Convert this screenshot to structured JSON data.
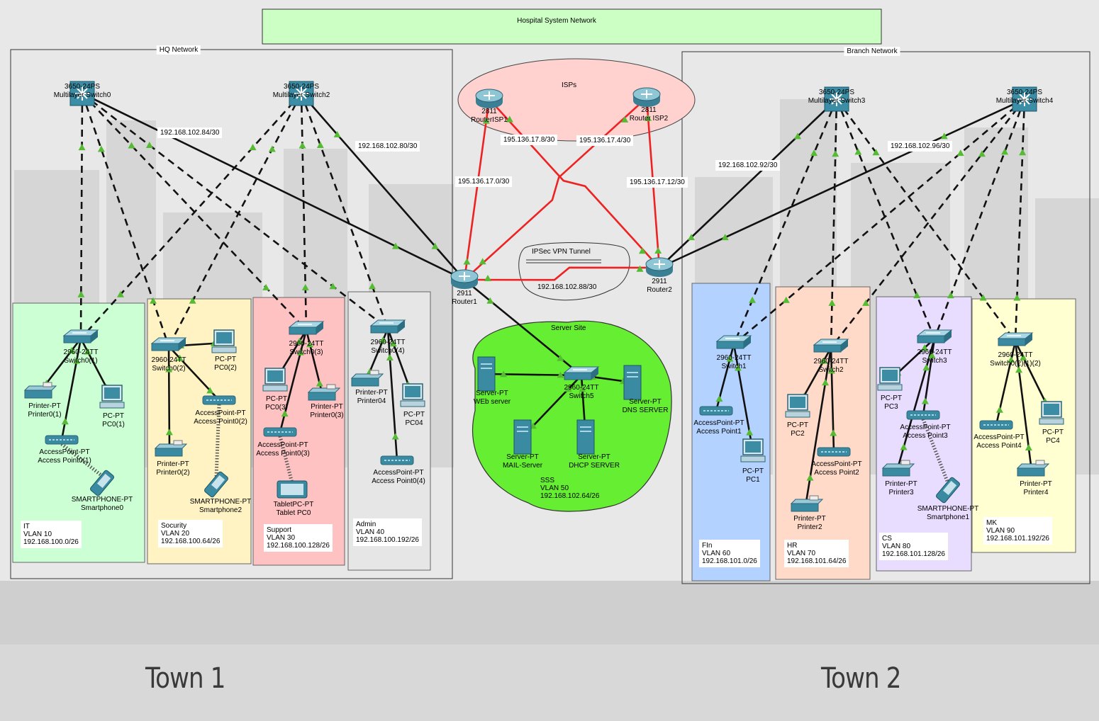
{
  "title": "Hospital System Network",
  "areas": {
    "hq": "HQ Network",
    "branch": "Branch Network",
    "isps": "ISPs",
    "server_site": "Server Site",
    "vpn": "IPSec VPN Tunnel"
  },
  "towns": {
    "town1": "Town 1",
    "town2": "Town 2"
  },
  "devices": {
    "mls0": {
      "model": "3650-24PS",
      "name": "Multilayer Switch0"
    },
    "mls2": {
      "model": "3650-24PS",
      "name": "Multilayer Switch2"
    },
    "mls3": {
      "model": "3650-24PS",
      "name": "Multilayer Switch3"
    },
    "mls4": {
      "model": "3650-24PS",
      "name": "Multilayer Switch4"
    },
    "isp1": {
      "model": "2811",
      "name": "RouterISP1"
    },
    "isp2": {
      "model": "2811",
      "name": "Router ISP2"
    },
    "r1": {
      "model": "2911",
      "name": "Router1"
    },
    "r2": {
      "model": "2911",
      "name": "Router2"
    },
    "sw01": {
      "model": "2960-24TT",
      "name": "Switch0(1)"
    },
    "sw02": {
      "model": "2960-24TT",
      "name": "Switch0(2)"
    },
    "sw03": {
      "model": "2960-24TT",
      "name": "Switch0(3)"
    },
    "sw04": {
      "model": "2960-24TT",
      "name": "Switch0(4)"
    },
    "sw5": {
      "model": "2960-24TT",
      "name": "Switch5"
    },
    "sw1": {
      "model": "2960-24TT",
      "name": "Switch1"
    },
    "sw2": {
      "model": "2960-24TT",
      "name": "Switch2"
    },
    "sw3": {
      "model": "2960-24TT",
      "name": "Switch3"
    },
    "sw0212": {
      "model": "2960-24TT",
      "name": "Switch0(2)(1)(2)"
    },
    "prn01": {
      "model": "Printer-PT",
      "name": "Printer0(1)"
    },
    "pc01": {
      "model": "PC-PT",
      "name": "PC0(1)"
    },
    "ap01": {
      "model": "AccessPoint-PT",
      "name": "Access Point0(1)"
    },
    "sp0": {
      "model": "SMARTPHONE-PT",
      "name": "Smartphone0"
    },
    "pc02": {
      "model": "PC-PT",
      "name": "PC0(2)"
    },
    "ap02": {
      "model": "AccessPoint-PT",
      "name": "Access Point0(2)"
    },
    "prn02": {
      "model": "Printer-PT",
      "name": "Printer0(2)"
    },
    "sp2": {
      "model": "SMARTPHONE-PT",
      "name": "Smartphone2"
    },
    "pc03": {
      "model": "PC-PT",
      "name": "PC0(3)"
    },
    "prn03": {
      "model": "Printer-PT",
      "name": "Printer0(3)"
    },
    "ap03": {
      "model": "AccessPoint-PT",
      "name": "Access Point0(3)"
    },
    "tab0": {
      "model": "TabletPC-PT",
      "name": "Tablet PC0"
    },
    "prn04": {
      "model": "Printer-PT",
      "name": "Printer04"
    },
    "pc04": {
      "model": "PC-PT",
      "name": "PC04"
    },
    "ap04": {
      "model": "AccessPoint-PT",
      "name": "Access Point0(4)"
    },
    "web": {
      "model": "Server-PT",
      "name": "WEb server"
    },
    "dns": {
      "model": "Server-PT",
      "name": "DNS SERVER"
    },
    "mail": {
      "model": "Server-PT",
      "name": "MAIL-Server"
    },
    "dhcp": {
      "model": "Server-PT",
      "name": "DHCP SERVER"
    },
    "ap1": {
      "model": "AccessPoint-PT",
      "name": "Access Point1"
    },
    "pc1": {
      "model": "PC-PT",
      "name": "PC1"
    },
    "pc2": {
      "model": "PC-PT",
      "name": "PC2"
    },
    "ap2": {
      "model": "AccessPoint-PT",
      "name": "Access Point2"
    },
    "prn2": {
      "model": "Printer-PT",
      "name": "Printer2"
    },
    "pc3": {
      "model": "PC-PT",
      "name": "PC3"
    },
    "ap3": {
      "model": "AccessPoint-PT",
      "name": "Access Point3"
    },
    "prn3": {
      "model": "Printer-PT",
      "name": "Printer3"
    },
    "sp1": {
      "model": "SMARTPHONE-PT",
      "name": "Smartphone1"
    },
    "ap4": {
      "model": "AccessPoint-PT",
      "name": "Access Point4"
    },
    "pc4": {
      "model": "PC-PT",
      "name": "PC4"
    },
    "prn4": {
      "model": "Printer-PT",
      "name": "Printer4"
    }
  },
  "link_labels": {
    "hq_a": "192.168.102.84/30",
    "hq_b": "192.168.102.80/30",
    "isp_ab": "195.136.17.8/30",
    "isp_ba": "195.136.17.4/30",
    "isp1_r1": "195.136.17.0/30",
    "isp2_r2": "195.136.17.12/30",
    "vpn": "192.168.102.88/30",
    "br_a": "192.168.102.92/30",
    "br_b": "192.168.102.96/30"
  },
  "vlans": {
    "it": {
      "dept": "IT",
      "vlan": "VLAN 10",
      "subnet": "192.168.100.0/26"
    },
    "sec": {
      "dept": "Socurity",
      "vlan": "VLAN 20",
      "subnet": "192.168.100.64/26"
    },
    "sup": {
      "dept": "Support",
      "vlan": "VLAN 30",
      "subnet": "192.168.100.128/26"
    },
    "adm": {
      "dept": "Admin",
      "vlan": "VLAN 40",
      "subnet": "192.168.100.192/26"
    },
    "sss": {
      "dept": "SSS",
      "vlan": "VLAN 50",
      "subnet": "192.168.102.64/26"
    },
    "fin": {
      "dept": "FIn",
      "vlan": "VLAN 60",
      "subnet": "192.168.101.0/26"
    },
    "hr": {
      "dept": "HR",
      "vlan": "VLAN 70",
      "subnet": "192.168.101.64/26"
    },
    "cs": {
      "dept": "CS",
      "vlan": "VLAN 80",
      "subnet": "192.168.101.128/26"
    },
    "mk": {
      "dept": "MK",
      "vlan": "VLAN 90",
      "subnet": "192.168.101.192/26"
    }
  },
  "colors": {
    "title_fill": "#ccffc4",
    "it": "#ccffd4",
    "sec": "#fff3c4",
    "sup": "#ffc2c2",
    "adm": "#e6e6e6",
    "fin": "#b4d2ff",
    "hr": "#ffdac8",
    "cs": "#e8dcff",
    "mk": "#ffffd2",
    "isp": "#ffd2d0",
    "server": "#66ee33",
    "wan": "#ee2222",
    "link": "#111111",
    "port": "#55bb33"
  }
}
